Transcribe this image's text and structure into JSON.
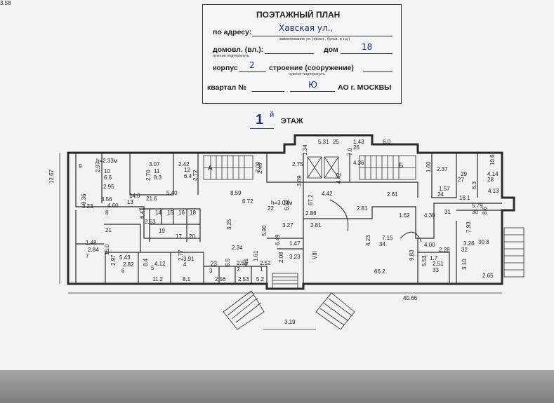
{
  "stamp": {
    "title": "ПОЭТАЖНЫЙ ПЛАН",
    "address_label": "по адресу:",
    "address_value": "Хавская ул.,",
    "address_hint": "наименование ул. (просп., бульв. и т.д.)",
    "domovl_label": "домовл. (вл.):",
    "dom_label": "дом",
    "dom_value": "18",
    "underline_hint_1": "нужное подчеркнуть",
    "korpus_label": "корпус",
    "korpus_value": "2",
    "stroenie_label": "строение (сооружение)",
    "underline_hint_2": "нужное подчеркнуть",
    "kvartal_label": "квартал №",
    "kvartal_value": "Ю",
    "ao_label": "АО г. МОСКВЫ"
  },
  "floor": {
    "number": "1",
    "suffix": "й",
    "label": "ЭТАЖ"
  },
  "plan": {
    "stair_a": "А",
    "stair_b": "Б",
    "dim_left": "12.67",
    "dim_bottom": "40.66",
    "dim_porch": "3.19",
    "labels": [
      {
        "t": "9"
      },
      {
        "t": "2.97"
      },
      {
        "t": "10"
      },
      {
        "t": "6.6"
      },
      {
        "t": "2.95"
      },
      {
        "t": "h=2.33м"
      },
      {
        "t": "3.07"
      },
      {
        "t": "2.70"
      },
      {
        "t": "11"
      },
      {
        "t": "8.3"
      },
      {
        "t": "2.42"
      },
      {
        "t": "12"
      },
      {
        "t": "6.4"
      },
      {
        "t": "2.72"
      },
      {
        "t": "2.48"
      },
      {
        "t": "3.00"
      },
      {
        "t": "2.75"
      },
      {
        "t": "3.09"
      },
      {
        "t": "4.42"
      },
      {
        "t": "4.42"
      },
      {
        "t": "6.52"
      },
      {
        "t": "1.34"
      },
      {
        "t": "5.31"
      },
      {
        "t": "25"
      },
      {
        "t": "7.0"
      },
      {
        "t": "1.43"
      },
      {
        "t": "26"
      },
      {
        "t": "6.0"
      },
      {
        "t": "4.36"
      },
      {
        "t": "1.60"
      },
      {
        "t": "2.37"
      },
      {
        "t": "29"
      },
      {
        "t": "27"
      },
      {
        "t": "10.6"
      },
      {
        "t": "4.14"
      },
      {
        "t": "28"
      },
      {
        "t": "6.3"
      },
      {
        "t": "4.13"
      },
      {
        "t": "1.57"
      },
      {
        "t": "24"
      },
      {
        "t": "18.1"
      },
      {
        "t": "2.61"
      },
      {
        "t": "9.36"
      },
      {
        "t": "3.56"
      },
      {
        "t": "3.23"
      },
      {
        "t": "4.60"
      },
      {
        "t": "8"
      },
      {
        "t": "14.0"
      },
      {
        "t": "13"
      },
      {
        "t": "21.6"
      },
      {
        "t": "5.40"
      },
      {
        "t": "6.41"
      },
      {
        "t": "8.59"
      },
      {
        "t": "6.72"
      },
      {
        "t": "h=3.04м"
      },
      {
        "t": "22"
      },
      {
        "t": "67.2"
      },
      {
        "t": "2.53"
      },
      {
        "t": "14"
      },
      {
        "t": "15"
      },
      {
        "t": "16"
      },
      {
        "t": "18"
      },
      {
        "t": "17"
      },
      {
        "t": "20"
      },
      {
        "t": "19"
      },
      {
        "t": "21"
      },
      {
        "t": "3.25"
      },
      {
        "t": "5.90"
      },
      {
        "t": "2.86"
      },
      {
        "t": "3.27"
      },
      {
        "t": "2.81"
      },
      {
        "t": "2.81"
      },
      {
        "t": "1.62"
      },
      {
        "t": "4.38"
      },
      {
        "t": "31"
      },
      {
        "t": "5.79"
      },
      {
        "t": "30"
      },
      {
        "t": "8.6"
      },
      {
        "t": "1.48"
      },
      {
        "t": "2.84"
      },
      {
        "t": "7"
      },
      {
        "t": "15.0"
      },
      {
        "t": "5.43"
      },
      {
        "t": "2.97"
      },
      {
        "t": "2.82"
      },
      {
        "t": "6"
      },
      {
        "t": "8.4"
      },
      {
        "t": "4.12"
      },
      {
        "t": "5"
      },
      {
        "t": "11.2"
      },
      {
        "t": "2.77"
      },
      {
        "t": "3.91"
      },
      {
        "t": "4"
      },
      {
        "t": "8.1"
      },
      {
        "t": "2.34"
      },
      {
        "t": "6.49"
      },
      {
        "t": "1.47"
      },
      {
        "t": "23"
      },
      {
        "t": "3"
      },
      {
        "t": "6.5"
      },
      {
        "t": "2.56"
      },
      {
        "t": "2.56"
      },
      {
        "t": "2"
      },
      {
        "t": "4.1"
      },
      {
        "t": "2.53"
      },
      {
        "t": "1.61"
      },
      {
        "t": "2.52"
      },
      {
        "t": "1"
      },
      {
        "t": "5.2"
      },
      {
        "t": "2.08"
      },
      {
        "t": "3.23"
      },
      {
        "t": "VIII"
      },
      {
        "t": "4.23"
      },
      {
        "t": "7.15"
      },
      {
        "t": "34"
      },
      {
        "t": "66.2"
      },
      {
        "t": "9.83"
      },
      {
        "t": "4.00"
      },
      {
        "t": "2.28"
      },
      {
        "t": "3.26"
      },
      {
        "t": "32"
      },
      {
        "t": "30.8"
      },
      {
        "t": "7.93"
      },
      {
        "t": "5.53"
      },
      {
        "t": "2.51"
      },
      {
        "t": "33"
      },
      {
        "t": "1.7"
      },
      {
        "t": "3.10"
      },
      {
        "t": "2.65"
      },
      {
        "t": "3.58"
      }
    ]
  }
}
